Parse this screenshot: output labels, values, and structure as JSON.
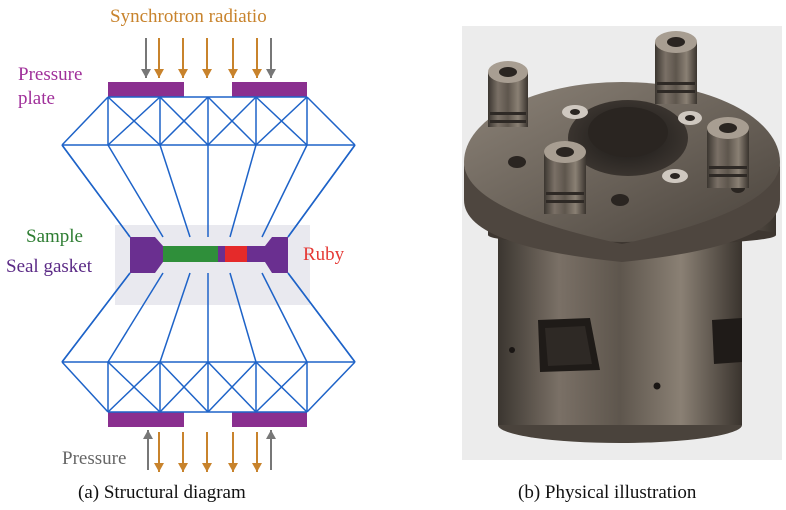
{
  "diagram": {
    "labels": {
      "synchrotron": "Synchrotron radiatio",
      "pressure_plate_line1": "Pressure",
      "pressure_plate_line2": "plate",
      "sample": "Sample",
      "seal_gasket": "Seal gasket",
      "ruby": "Ruby",
      "pressure": "Pressure"
    },
    "colors": {
      "synchrotron": "#c8832c",
      "pressure_plate_text": "#a0309a",
      "plate_fill": "#8a2f8f",
      "sample_text": "#2e7d32",
      "sample_fill": "#2f8f3a",
      "seal_text": "#5b2a86",
      "gasket_fill": "#6a2f90",
      "ruby_text": "#e53935",
      "ruby_fill": "#e52a2a",
      "pressure_text": "#666666",
      "anvil_lines": "#1e63c8",
      "arrow_gray": "#777777",
      "arrow_orange": "#c8832c"
    }
  },
  "photo": {
    "description_icon": "pressure-cell-photo"
  },
  "captions": {
    "left": "(a) Structural diagram",
    "right": "(b) Physical illustration"
  }
}
